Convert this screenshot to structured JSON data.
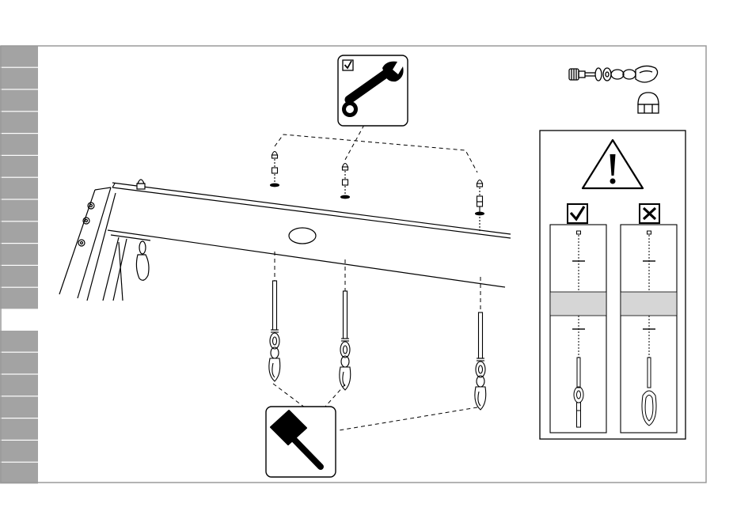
{
  "sidebar": {
    "tabs_top_count": 12,
    "tabs_bottom_count": 7,
    "active_color": "#c9c9c9",
    "inactive_color": "#a3a3a3"
  },
  "tools": [
    {
      "name": "wrench-icon",
      "checked": true
    },
    {
      "name": "hammer-icon",
      "checked": false
    }
  ],
  "warning": {
    "icon": "warning-triangle-icon",
    "correct": {
      "icon": "checkmark-icon",
      "hanger": "linked-swivel-hook"
    },
    "incorrect": {
      "icon": "cross-icon",
      "hanger": "direct-carabiner"
    }
  },
  "parts": [
    "eye-bolt-with-washers-and-carabiner-icon",
    "cap-nut-icon"
  ],
  "colors": {
    "line": "#000000",
    "frame": "#9a9a9a",
    "band": "#d6d6d6"
  }
}
